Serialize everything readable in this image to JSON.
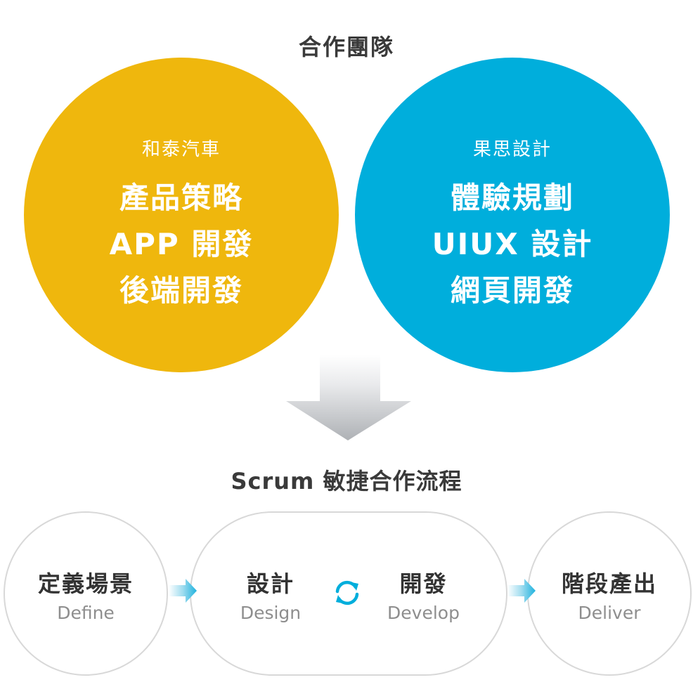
{
  "team": {
    "title": "合作團隊",
    "left": {
      "name": "和泰汽車",
      "skills": [
        "產品策略",
        "APP 開發",
        "後端開發"
      ],
      "color": "#efb70d"
    },
    "right": {
      "name": "果思設計",
      "skills": [
        "體驗規劃",
        "UIUX 設計",
        "網頁開發"
      ],
      "color": "#00aedc"
    }
  },
  "flow": {
    "title": "Scrum 敏捷合作流程",
    "stages": {
      "define": {
        "label": "定義場景",
        "sub": "Define"
      },
      "design": {
        "label": "設計",
        "sub": "Design"
      },
      "develop": {
        "label": "開發",
        "sub": "Develop"
      },
      "deliver": {
        "label": "階段產出",
        "sub": "Deliver"
      }
    },
    "icons": {
      "loop": "sync-icon",
      "step": "chevron-right-icon",
      "merge": "arrow-down-icon"
    }
  }
}
